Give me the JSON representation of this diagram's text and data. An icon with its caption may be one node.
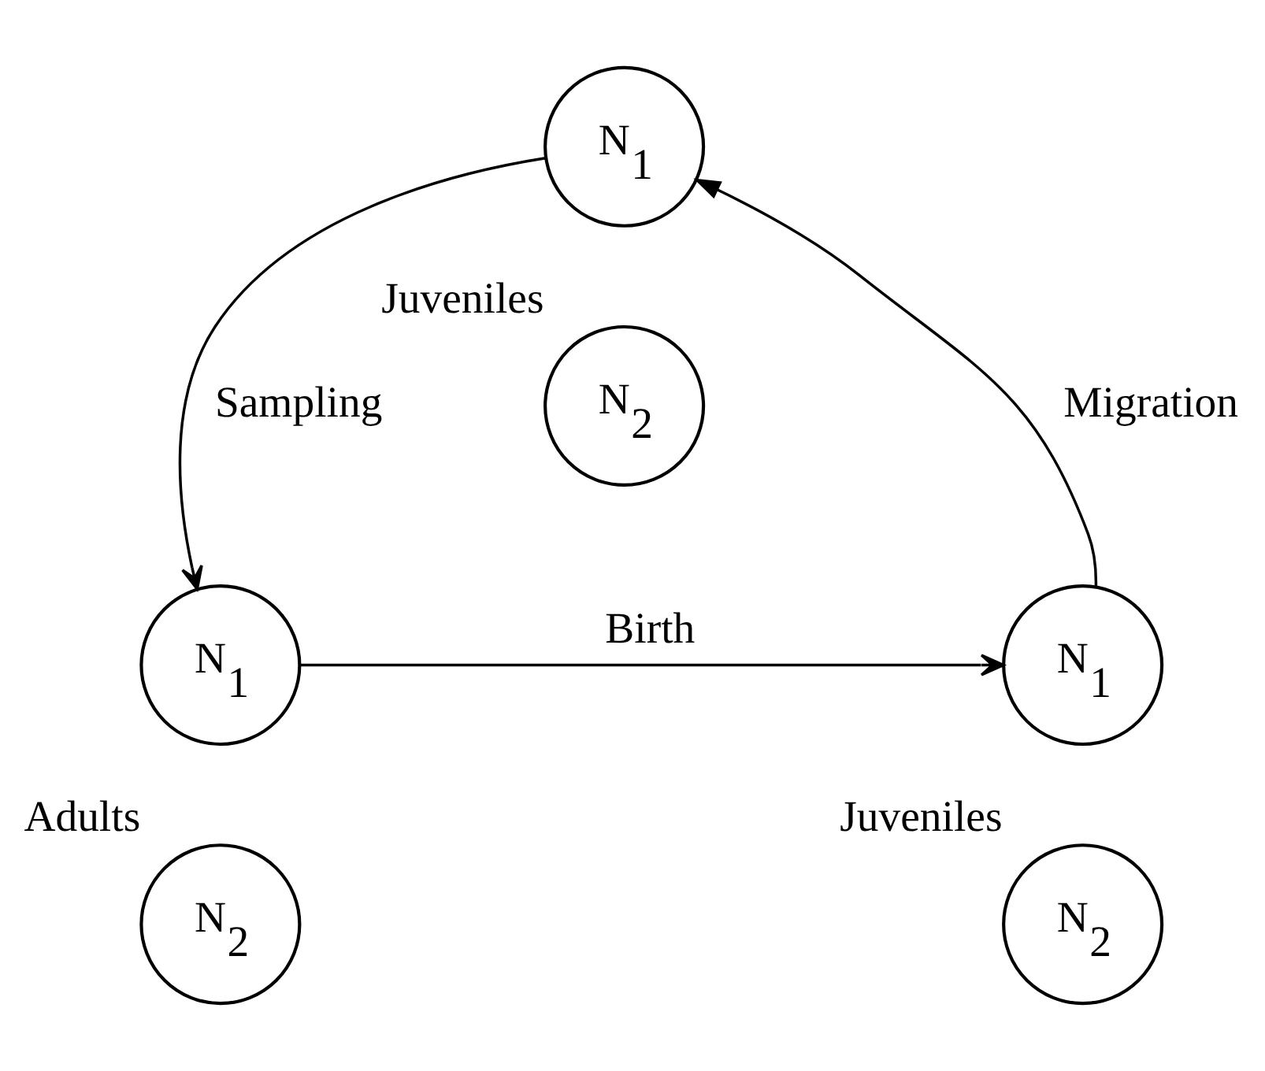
{
  "diagram": {
    "nodes": [
      {
        "text": [
          "N$_{1}$"
        ]
      },
      {
        "text": [
          "N$_{2}$"
        ],
        "beside": [
          "Juveniles"
        ]
      },
      {
        "text": [
          "N$_{1}$"
        ]
      },
      {
        "text": [
          "N$_{1}$"
        ]
      },
      {
        "text": [
          "N$_{2}$"
        ],
        "beside": [
          "Adults"
        ]
      },
      {
        "text": [
          "N$_{2}$"
        ],
        "beside": [
          "Juveniles"
        ]
      }
    ],
    "edges": [
      {
        "from": 3,
        "to": 0,
        "arrow": "to",
        "label": "Migration"
      },
      {
        "from": 0,
        "to": 2,
        "arrow": "to",
        "label": "Sampling"
      },
      {
        "from": 2,
        "to": 3,
        "arrow": "to",
        "label": "Birth"
      }
    ]
  }
}
